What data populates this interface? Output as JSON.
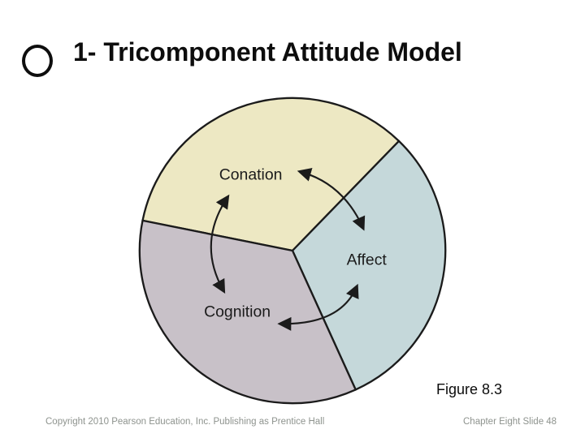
{
  "slide": {
    "title": "1- Tricomponent Attitude Model",
    "figure_caption": "Figure 8.3",
    "footer": {
      "copyright": "Copyright 2010 Pearson Education, Inc. Publishing as Prentice Hall",
      "slide_label": "Chapter Eight Slide 48"
    }
  },
  "chart_data": {
    "type": "pie",
    "title": "Tricomponent Attitude Model",
    "legend_position": "none",
    "slices": [
      {
        "label": "Conation",
        "value": 33,
        "color": "#ede8c3",
        "position": "top"
      },
      {
        "label": "Affect",
        "value": 31,
        "color": "#c5d8da",
        "position": "right"
      },
      {
        "label": "Cognition",
        "value": 36,
        "color": "#c8c1c8",
        "position": "bottom-left"
      }
    ],
    "connections": [
      {
        "from": "Conation",
        "to": "Cognition",
        "style": "double-headed curved arrow"
      },
      {
        "from": "Conation",
        "to": "Affect",
        "style": "double-headed curved arrow"
      },
      {
        "from": "Cognition",
        "to": "Affect",
        "style": "double-headed curved arrow"
      }
    ],
    "outline_color": "#1b1b1b"
  },
  "colors": {
    "background": "#ffffff",
    "title_text": "#0d0d0d",
    "footer_text": "#8e938e",
    "diagram_outline": "#1b1b1b"
  }
}
